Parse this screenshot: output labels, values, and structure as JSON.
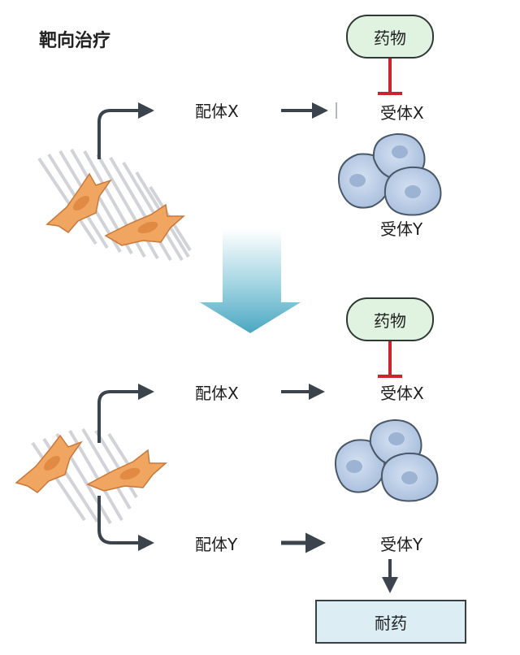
{
  "title": "靶向治疗",
  "top": {
    "drug": "药物",
    "ligand_x": "配体X",
    "receptor_x": "受体X",
    "receptor_y": "受体Y"
  },
  "bottom": {
    "drug": "药物",
    "ligand_x": "配体X",
    "ligand_y": "配体Y",
    "receptor_x": "受体X",
    "receptor_y": "受体Y",
    "outcome": "耐药"
  },
  "colors": {
    "inhibit": "#c8262c",
    "arrow": "#3b444c",
    "cell_orange": "#f0a560",
    "tumor_cell": "#b9cce6",
    "drug_fill": "#dff3e0",
    "resist_fill": "#dcedf3",
    "big_arrow_top": "#ffffff",
    "big_arrow_bottom": "#5fb0c8"
  }
}
